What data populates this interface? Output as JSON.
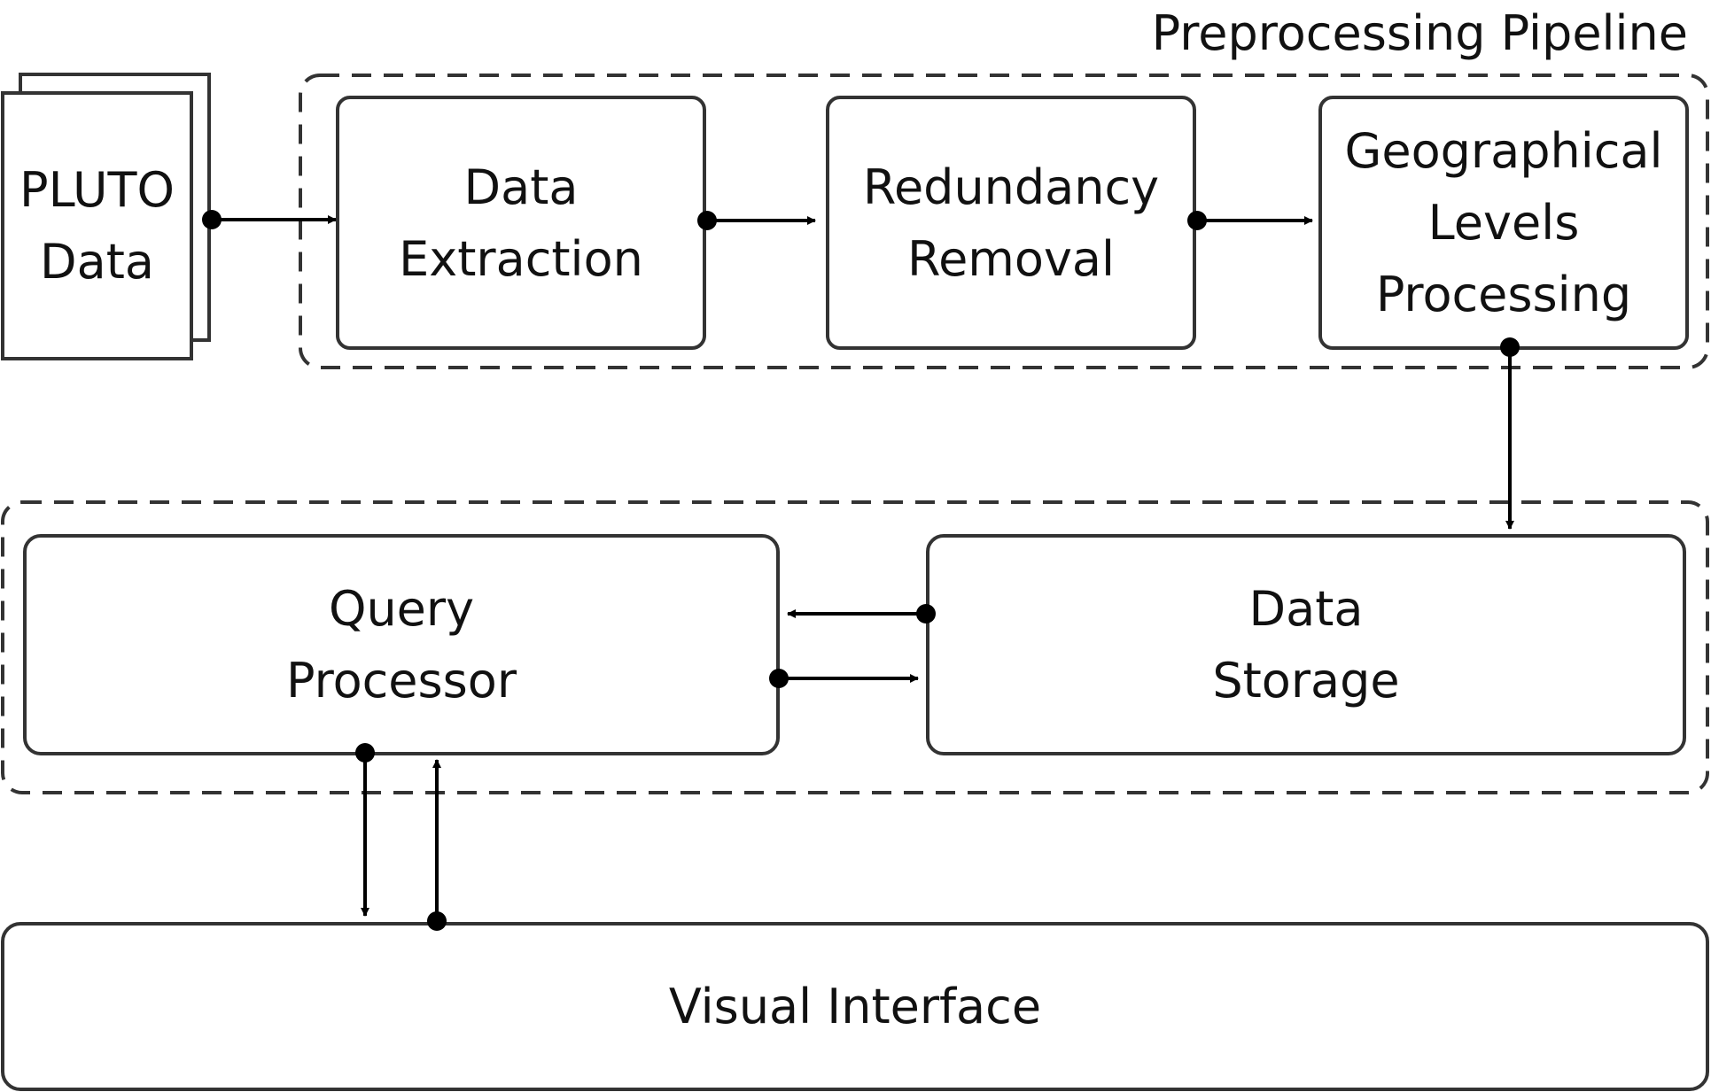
{
  "groups": {
    "preprocessing_title": "Preprocessing Pipeline"
  },
  "nodes": {
    "pluto": [
      "PLUTO",
      "Data"
    ],
    "extraction": [
      "Data",
      "Extraction"
    ],
    "redundancy": [
      "Redundancy",
      "Removal"
    ],
    "geo": [
      "Geographical",
      "Levels",
      "Processing"
    ],
    "query": [
      "Query",
      "Processor"
    ],
    "storage": [
      "Data",
      "Storage"
    ],
    "visual": [
      "Visual Interface"
    ]
  },
  "colors": {
    "stroke": "#333333",
    "arrow": "#000000",
    "text": "#111111",
    "background": "#ffffff"
  }
}
